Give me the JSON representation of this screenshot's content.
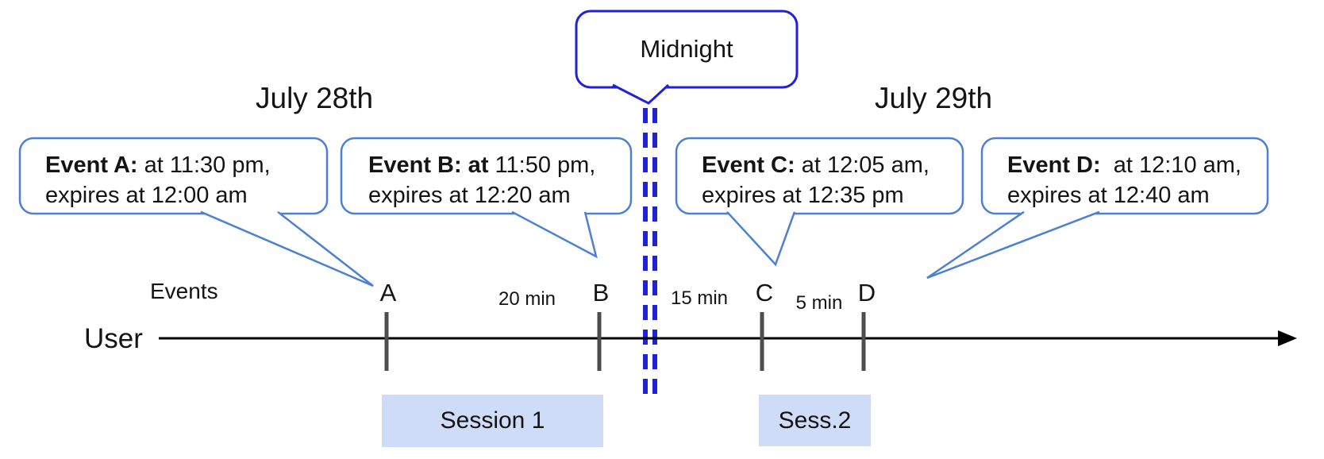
{
  "diagram": {
    "title_left_date": "July 28th",
    "title_right_date": "July 29th",
    "midnight": {
      "label": "Midnight"
    },
    "events_row_label": "Events",
    "timeline_label": "User",
    "event_callouts": [
      {
        "bold": "Event A:",
        "line1_rest": " at 11:30 pm,",
        "line2": "expires at 12:00 am"
      },
      {
        "bold": "Event B: at",
        "line1_rest": " 11:50 pm,",
        "line2": "expires at 12:20 am"
      },
      {
        "bold": "Event C:",
        "line1_rest": " at 12:05 am,",
        "line2": "expires at 12:35 pm"
      },
      {
        "bold": "Event D:",
        "line1_rest": "  at 12:10 am,",
        "line2": "expires at 12:40 am"
      }
    ],
    "event_ticks": [
      "A",
      "B",
      "C",
      "D"
    ],
    "gap_labels": [
      "20 min",
      "15 min",
      "5 min"
    ],
    "sessions": [
      "Session 1",
      "Sess.2"
    ],
    "colors": {
      "callout_border": "#4c80d4",
      "midnight_blue": "#2121d6",
      "session_fill": "#cfdcf7",
      "tick_gray": "#4d4d4d",
      "timeline_black": "#000000"
    }
  }
}
